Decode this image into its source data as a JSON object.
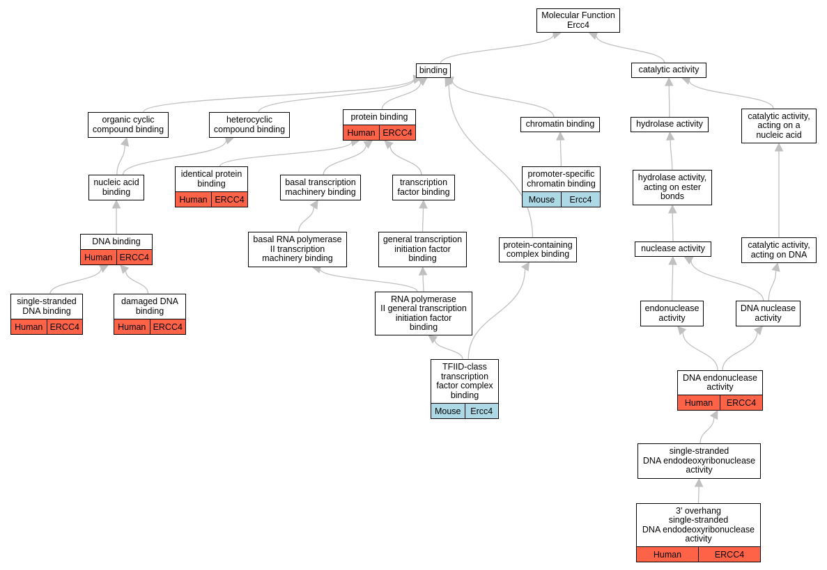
{
  "nodes": {
    "mf": {
      "label": "Molecular Function\nErcc4"
    },
    "binding": {
      "label": "binding"
    },
    "catalytic": {
      "label": "catalytic activity"
    },
    "organic_cyclic": {
      "label": "organic cyclic\ncompound binding"
    },
    "heterocyclic": {
      "label": "heterocyclic\ncompound binding"
    },
    "protein_binding": {
      "label": "protein binding",
      "species": "Human",
      "gene": "ERCC4"
    },
    "chromatin_binding": {
      "label": "chromatin binding"
    },
    "hydrolase": {
      "label": "hydrolase activity"
    },
    "cat_nucleic": {
      "label": "catalytic activity,\nacting on a\nnucleic acid"
    },
    "nucleic_acid_binding": {
      "label": "nucleic acid\nbinding"
    },
    "identical_protein": {
      "label": "identical protein\nbinding",
      "species": "Human",
      "gene": "ERCC4"
    },
    "basal_tx": {
      "label": "basal transcription\nmachinery binding"
    },
    "tf_binding": {
      "label": "transcription\nfactor binding"
    },
    "promoter_chromatin": {
      "label": "promoter-specific\nchromatin binding",
      "species": "Mouse",
      "gene": "Ercc4"
    },
    "hydrolase_ester": {
      "label": "hydrolase activity,\nacting on ester\nbonds"
    },
    "dna_binding": {
      "label": "DNA binding",
      "species": "Human",
      "gene": "ERCC4"
    },
    "basal_rnap": {
      "label": "basal RNA polymerase\nII transcription\nmachinery binding"
    },
    "gen_tx_init": {
      "label": "general transcription\ninitiation factor\nbinding"
    },
    "protein_complex": {
      "label": "protein-containing\ncomplex binding"
    },
    "nuclease": {
      "label": "nuclease activity"
    },
    "cat_dna": {
      "label": "catalytic activity,\nacting on DNA"
    },
    "ss_dna_binding": {
      "label": "single-stranded\nDNA binding",
      "species": "Human",
      "gene": "ERCC4"
    },
    "damaged_dna": {
      "label": "damaged DNA\nbinding",
      "species": "Human",
      "gene": "ERCC4"
    },
    "rnap_gen_tx": {
      "label": "RNA polymerase\nII general transcription\ninitiation factor\nbinding"
    },
    "endonuclease": {
      "label": "endonuclease\nactivity"
    },
    "dna_nuclease": {
      "label": "DNA nuclease\nactivity"
    },
    "tfiid": {
      "label": "TFIID-class\ntranscription\nfactor complex\nbinding",
      "species": "Mouse",
      "gene": "Ercc4"
    },
    "dna_endo": {
      "label": "DNA endonuclease\nactivity",
      "species": "Human",
      "gene": "ERCC4"
    },
    "ss_dna_endodeoxy": {
      "label": "single-stranded\nDNA endodeoxyribonuclease\nactivity"
    },
    "overhang": {
      "label": "3' overhang\nsingle-stranded\nDNA endodeoxyribonuclease\nactivity",
      "species": "Human",
      "gene": "ERCC4"
    }
  },
  "edges": [
    [
      "binding",
      "mf"
    ],
    [
      "catalytic",
      "mf"
    ],
    [
      "organic_cyclic",
      "binding"
    ],
    [
      "heterocyclic",
      "binding"
    ],
    [
      "protein_binding",
      "binding"
    ],
    [
      "chromatin_binding",
      "binding"
    ],
    [
      "protein_complex",
      "binding"
    ],
    [
      "hydrolase",
      "catalytic"
    ],
    [
      "cat_nucleic",
      "catalytic"
    ],
    [
      "nucleic_acid_binding",
      "organic_cyclic"
    ],
    [
      "nucleic_acid_binding",
      "heterocyclic"
    ],
    [
      "identical_protein",
      "protein_binding"
    ],
    [
      "basal_tx",
      "protein_binding"
    ],
    [
      "tf_binding",
      "protein_binding"
    ],
    [
      "promoter_chromatin",
      "chromatin_binding"
    ],
    [
      "hydrolase_ester",
      "hydrolase"
    ],
    [
      "dna_binding",
      "nucleic_acid_binding"
    ],
    [
      "basal_rnap",
      "basal_tx"
    ],
    [
      "gen_tx_init",
      "tf_binding"
    ],
    [
      "nuclease",
      "hydrolase_ester"
    ],
    [
      "cat_dna",
      "cat_nucleic"
    ],
    [
      "ss_dna_binding",
      "dna_binding"
    ],
    [
      "damaged_dna",
      "dna_binding"
    ],
    [
      "rnap_gen_tx",
      "basal_rnap"
    ],
    [
      "rnap_gen_tx",
      "gen_tx_init"
    ],
    [
      "endonuclease",
      "nuclease"
    ],
    [
      "dna_nuclease",
      "nuclease"
    ],
    [
      "dna_nuclease",
      "cat_dna"
    ],
    [
      "tfiid",
      "rnap_gen_tx"
    ],
    [
      "tfiid",
      "protein_complex"
    ],
    [
      "dna_endo",
      "endonuclease"
    ],
    [
      "dna_endo",
      "dna_nuclease"
    ],
    [
      "ss_dna_endodeoxy",
      "dna_endo"
    ],
    [
      "overhang",
      "ss_dna_endodeoxy"
    ]
  ],
  "colors": {
    "human": "#ff6347",
    "mouse": "#add8e6",
    "edge": "#c0c0c0"
  }
}
